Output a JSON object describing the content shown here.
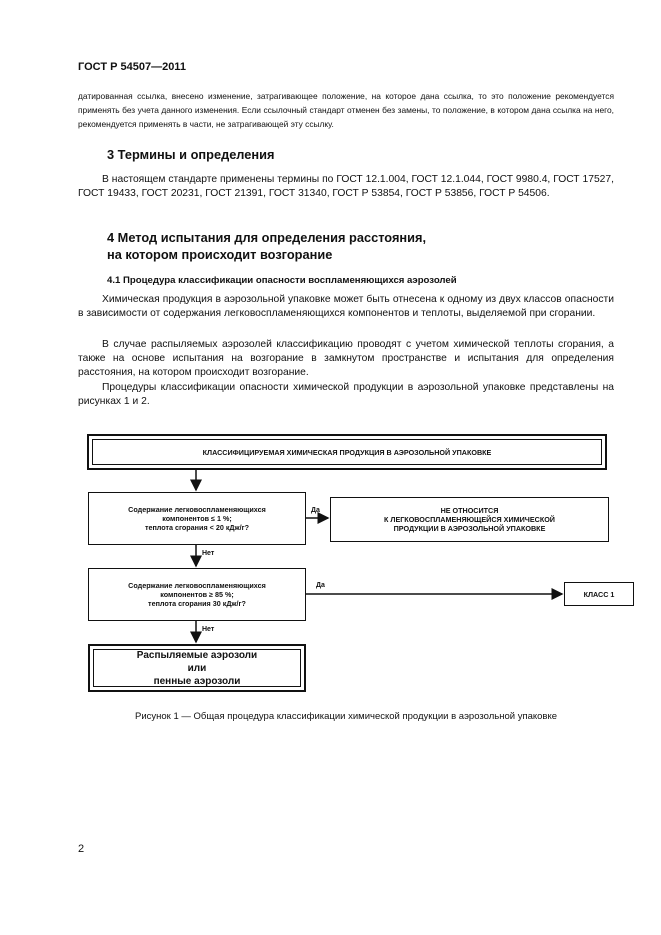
{
  "header": {
    "doc_id": "ГОСТ Р 54507—2011"
  },
  "intro": {
    "text": "датированная ссылка, внесено изменение, затрагивающее положение, на которое дана ссылка, то это положение рекомендуется применять без учета данного изменения. Если ссылочный стандарт отменен без замены, то положение, в котором дана ссылка на него, рекомендуется применять в части, не затрагивающей эту ссылку."
  },
  "section3": {
    "title": "3 Термины и определения",
    "text": "В настоящем стандарте применены термины по ГОСТ 12.1.004, ГОСТ 12.1.044, ГОСТ 9980.4, ГОСТ 17527, ГОСТ 19433, ГОСТ 20231, ГОСТ 21391, ГОСТ 31340, ГОСТ Р 53854, ГОСТ Р 53856, ГОСТ Р 54506."
  },
  "section4": {
    "title_line1": "4 Метод испытания для определения расстояния,",
    "title_line2": "на котором происходит возгорание",
    "sub_title": "4.1 Процедура классификации опасности воспламеняющихся аэрозолей",
    "p1": "Химическая продукция в аэрозольной упаковке может быть отнесена к одному из двух классов опасности в зависимости от содержания легковоспламеняющихся компонентов и теплоты, выделяемой при сгорании.",
    "p2": "В случае распыляемых аэрозолей классификацию проводят с учетом химической теплоты сгорания, а также на основе испытания на возгорание в замкнутом пространстве и испытания для определения расстояния, на котором происходит возгорание.",
    "p3": "Процедуры классификации опасности химической продукции в аэрозольной упаковке представлены на рисунках 1 и 2."
  },
  "flowchart": {
    "top_box": "КЛАССИФИЦИРУЕМАЯ ХИМИЧЕСКАЯ ПРОДУКЦИЯ В АЭРОЗОЛЬНОЙ УПАКОВКЕ",
    "q1_line1": "Содержание легковоспламеняющихся",
    "q1_line2": "компонентов ≤ 1 %;",
    "q1_line3": "теплота сгорания < 20 кДж/г?",
    "yes1": "Да",
    "r1_line1": "НЕ ОТНОСИТСЯ",
    "r1_line2": "К ЛЕГКОВОСПЛАМЕНЯЮЩЕЙСЯ ХИМИЧЕСКОЙ",
    "r1_line3": "ПРОДУКЦИИ В АЭРОЗОЛЬНОЙ УПАКОВКЕ",
    "no1": "Нет",
    "q2_line1": "Содержание легковоспламеняющихся",
    "q2_line2": "компонентов ≥ 85 %;",
    "q2_line3": "теплота сгорания 30 кДж/г?",
    "yes2": "Да",
    "r2": "КЛАСС 1",
    "no2": "Нет",
    "bottom_line1": "Распыляемые аэрозоли",
    "bottom_line2": "или",
    "bottom_line3": "пенные аэрозоли"
  },
  "caption": "Рисунок 1 — Общая процедура классификации химической продукции в аэрозольной упаковке",
  "page_number": "2"
}
